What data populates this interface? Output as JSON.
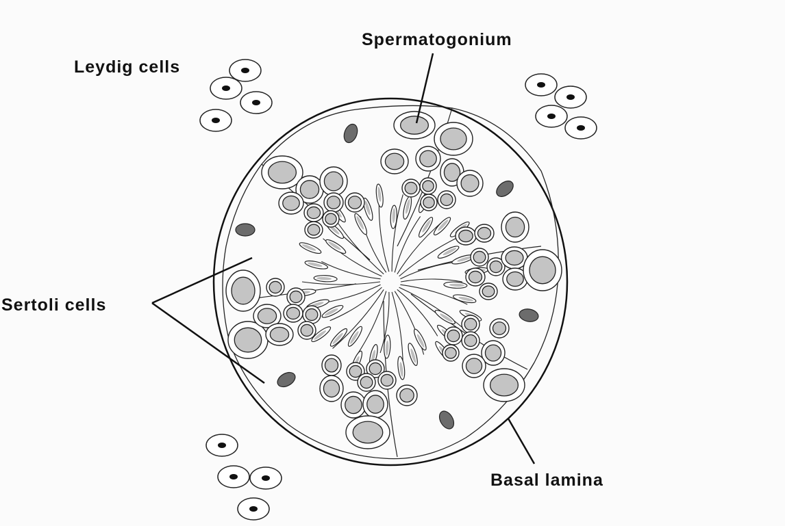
{
  "labels": {
    "leydig": "Leydig cells",
    "spermatogonium": "Spermatogonium",
    "sertoli": "Sertoli cells",
    "basal_lamina": "Basal lamina"
  }
}
